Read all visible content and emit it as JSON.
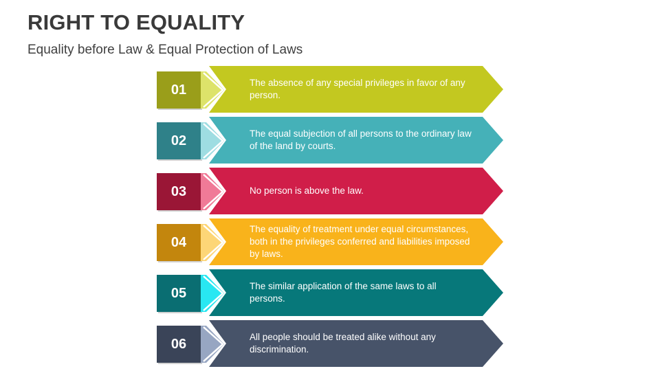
{
  "title": "RIGHT TO EQUALITY",
  "subtitle": "Equality before Law & Equal Protection of Laws",
  "items": [
    {
      "number": "01",
      "text": "The absence of any special privileges in favor of any person.",
      "color": "#c3c820",
      "dark": "#9a9e1a",
      "light": "#dde36a"
    },
    {
      "number": "02",
      "text": "The equal subjection of all persons to the ordinary law of the land by courts.",
      "color": "#45b1b8",
      "dark": "#2f8189",
      "light": "#9edde2"
    },
    {
      "number": "03",
      "text": "No person is above the law.",
      "color": "#d01e49",
      "dark": "#9a1636",
      "light": "#f07a97"
    },
    {
      "number": "04",
      "text": "The equality of treatment under equal circumstances, both in the privileges conferred and liabilities imposed by laws.",
      "color": "#f9b31b",
      "dark": "#c3860d",
      "light": "#fdd677"
    },
    {
      "number": "05",
      "text": "The similar application of the same laws to all persons.",
      "color": "#07787a",
      "dark": "#0a6e72",
      "light": "#28e7f2"
    },
    {
      "number": "06",
      "text": "All people should be treated alike without any discrimination.",
      "color": "#475369",
      "dark": "#3a4458",
      "light": "#97a6c2"
    }
  ]
}
